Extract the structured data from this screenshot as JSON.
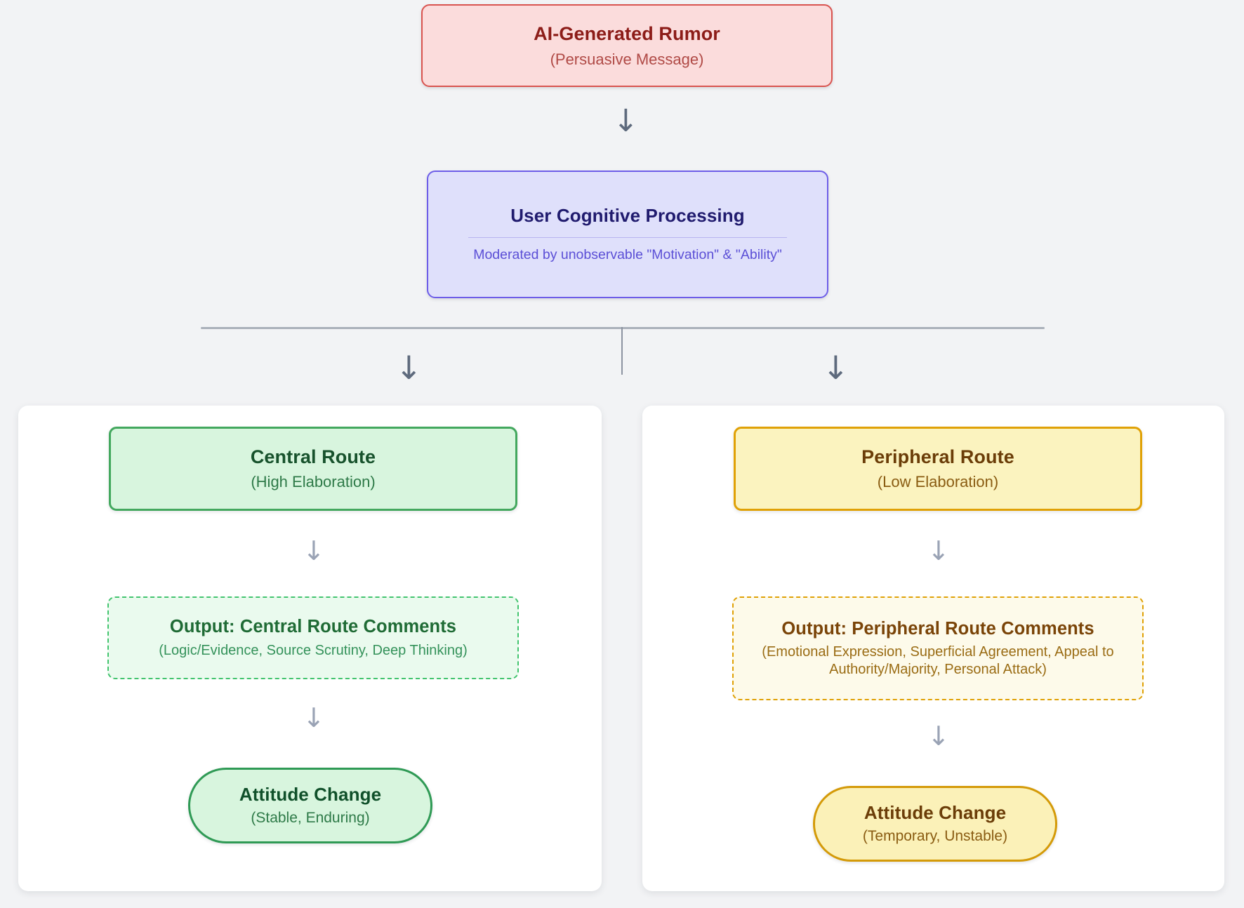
{
  "diagram": {
    "type": "flowchart",
    "background_color": "#f2f3f5",
    "source": {
      "title": "AI-Generated Rumor",
      "subtitle": "(Persuasive Message)",
      "fill": "#fbdcdc",
      "border": "#d9534f",
      "text_color": "#8c1c18"
    },
    "processing": {
      "title": "User Cognitive Processing",
      "subtitle": "Moderated by unobservable \"Motivation\" & \"Ability\"",
      "fill": "#dfe0fb",
      "border": "#6d5de8",
      "text_color": "#201b6e"
    },
    "arrows": {
      "down_glyph": "↓"
    },
    "branches": [
      {
        "id": "central",
        "route": {
          "title": "Central Route",
          "subtitle": "(High Elaboration)",
          "fill": "#d8f5de",
          "border": "#43a85e",
          "text_color": "#17522c"
        },
        "output": {
          "title": "Output: Central Route Comments",
          "subtitle": "(Logic/Evidence, Source Scrutiny, Deep Thinking)",
          "fill": "#eafaee",
          "border": "#43c46f",
          "border_style": "dashed",
          "text_color": "#1f6b35"
        },
        "outcome": {
          "title": "Attitude Change",
          "subtitle": "(Stable, Enduring)",
          "fill": "#d8f5de",
          "border": "#2f9a55",
          "text_color": "#10502a"
        }
      },
      {
        "id": "peripheral",
        "route": {
          "title": "Peripheral Route",
          "subtitle": "(Low Elaboration)",
          "fill": "#fbf3bf",
          "border": "#e0a106",
          "text_color": "#6b3d08"
        },
        "output": {
          "title": "Output: Peripheral Route Comments",
          "subtitle": "(Emotional Expression, Superficial Agreement, Appeal to Authority/Majority, Personal Attack)",
          "fill": "#fdfaea",
          "border": "#e0a106",
          "border_style": "dashed",
          "text_color": "#7a4408"
        },
        "outcome": {
          "title": "Attitude Change",
          "subtitle": "(Temporary, Unstable)",
          "fill": "#fbf1b8",
          "border": "#d49a08",
          "text_color": "#6b3d08"
        }
      }
    ]
  }
}
